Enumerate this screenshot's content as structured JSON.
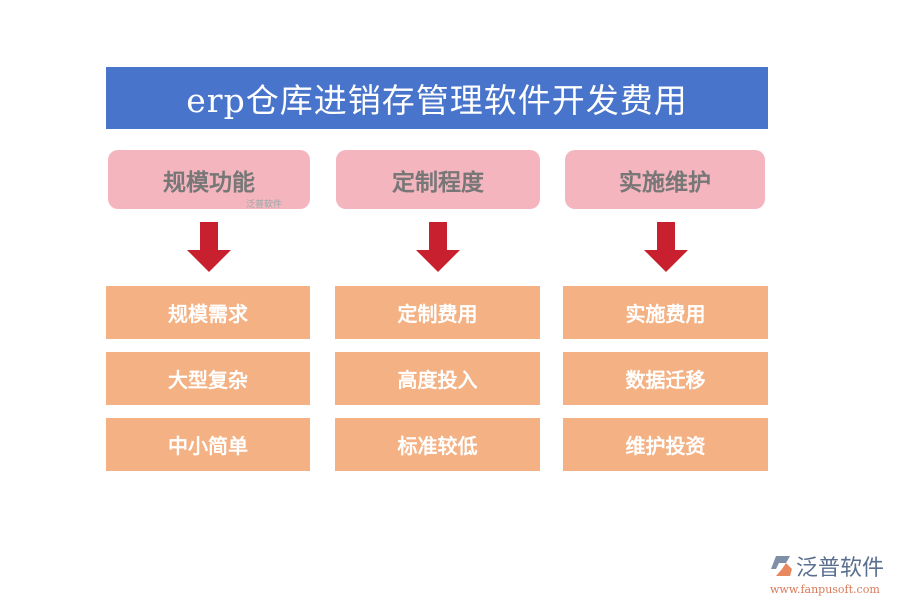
{
  "title": "erp仓库进销存管理软件开发费用",
  "columns": [
    {
      "header": "规模功能",
      "items": [
        "规模需求",
        "大型复杂",
        "中小简单"
      ]
    },
    {
      "header": "定制程度",
      "items": [
        "定制费用",
        "高度投入",
        "标准较低"
      ]
    },
    {
      "header": "实施维护",
      "items": [
        "实施费用",
        "数据迁移",
        "维护投资"
      ]
    }
  ],
  "watermark": "泛普软件",
  "logo": {
    "name": "泛普软件",
    "url": "www.fanpusoft.com"
  },
  "colors": {
    "title": "#4874CB",
    "header": "#F4B5BF",
    "arrow": "#C8202F",
    "item": "#F4B183"
  }
}
